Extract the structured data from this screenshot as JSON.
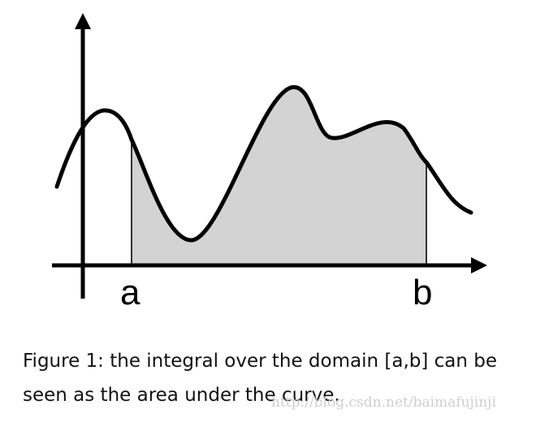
{
  "figure": {
    "label_a": "a",
    "label_b": "b",
    "colors": {
      "curve": "#000000",
      "fill": "#d3d3d3",
      "axis": "#000000"
    }
  },
  "caption": {
    "line1": "Figure 1: the integral over the domain [a,b] can be",
    "line2": "seen as the area under the curve."
  },
  "watermark": {
    "text": "http://blog.csdn.net/baimafujinji"
  }
}
